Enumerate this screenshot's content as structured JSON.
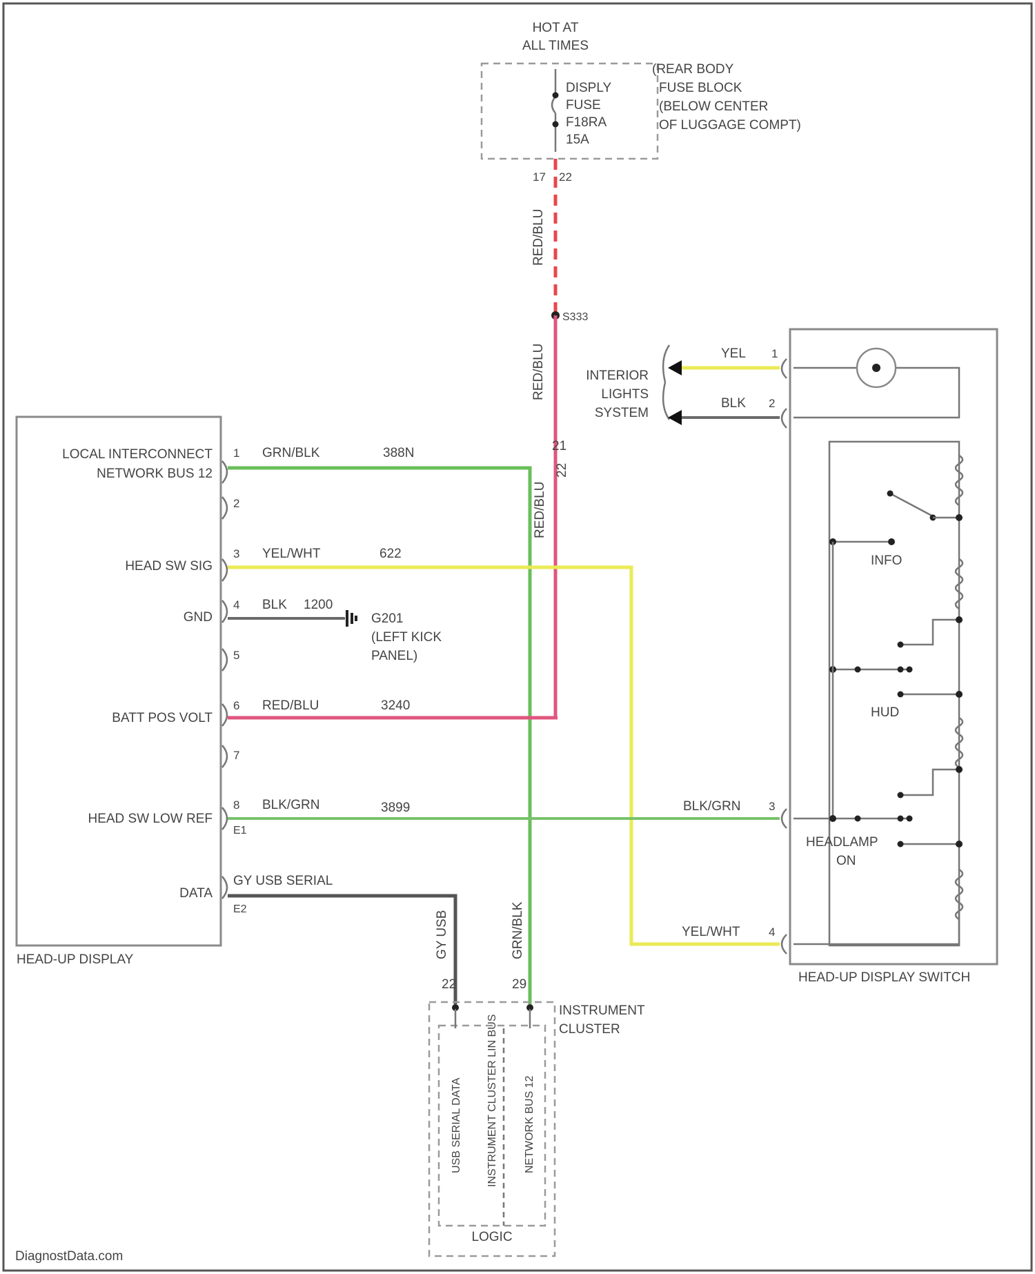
{
  "watermark": "DiagnostData.com",
  "power": {
    "hot_line1": "HOT AT",
    "hot_line2": "ALL TIMES",
    "fuse_lines": [
      "DISPLY",
      "FUSE",
      "F18RA",
      "15A"
    ],
    "fuse_block_lines": [
      "(REAR BODY",
      "FUSE BLOCK",
      "(BELOW CENTER",
      "OF LUGGAGE COMPT)"
    ],
    "fuse_pins": [
      "17",
      "22"
    ],
    "feed_wire_color": "RED/BLU",
    "splice": "S333",
    "wire_colors": {
      "red_blu": "#e0567f",
      "red_dash": "#e8474c"
    }
  },
  "hud": {
    "title": "HEAD-UP DISPLAY",
    "pins": [
      {
        "label_line1": "LOCAL INTERCONNECT",
        "label_line2": "NETWORK BUS 12",
        "pin": "1",
        "wire": "GRN/BLK",
        "circuit": "388N",
        "color": "#6abf5a"
      },
      {
        "pin": "2"
      },
      {
        "label_line1": "HEAD SW SIG",
        "pin": "3",
        "wire": "YEL/WHT",
        "circuit": "622",
        "color": "#eaea55"
      },
      {
        "label_line1": "GND",
        "pin": "4",
        "wire": "BLK",
        "circuit": "1200",
        "color": "#6a6a6a"
      },
      {
        "pin": "5"
      },
      {
        "label_line1": "BATT POS VOLT",
        "pin": "6",
        "wire": "RED/BLU",
        "circuit": "3240",
        "color": "#e0567f"
      },
      {
        "pin": "7"
      },
      {
        "label_line1": "HEAD SW LOW REF",
        "pin": "8",
        "wire": "BLK/GRN",
        "circuit": "3899",
        "color": "#78c26a",
        "sub": "E1"
      },
      {
        "label_line1": "DATA",
        "wire": "GY USB SERIAL",
        "color": "#555555",
        "sub": "E2"
      }
    ],
    "ground": {
      "name": "G201",
      "line2": "(LEFT KICK",
      "line3": "PANEL)"
    }
  },
  "interior": {
    "label_lines": [
      "INTERIOR",
      "LIGHTS",
      "SYSTEM"
    ],
    "wires": [
      {
        "color_name": "YEL",
        "pin": "1",
        "color": "#eaea55"
      },
      {
        "color_name": "BLK",
        "pin": "2",
        "color": "#6a6a6a"
      }
    ]
  },
  "switch": {
    "title": "HEAD-UP DISPLAY SWITCH",
    "labels": [
      "INFO",
      "HUD"
    ],
    "headlamp_lines": [
      "HEADLAMP",
      "ON"
    ],
    "pin3_wire": "BLK/GRN",
    "pin3": "3",
    "pin4_wire": "YEL/WHT",
    "pin4": "4"
  },
  "cluster": {
    "title_line1": "INSTRUMENT",
    "title_line2": "CLUSTER",
    "vertical_wire_1": "RED/BLU",
    "vertical_wire_2": "GRN/BLK",
    "vertical_wire_3": "GY USB",
    "pins_a": [
      "21",
      "22"
    ],
    "pins_b": [
      "22",
      "29"
    ],
    "side_labels": [
      "USB SERIAL DATA",
      "INSTRUMENT CLUSTER LIN BUS",
      "NETWORK BUS 12"
    ],
    "module": "LOGIC"
  }
}
